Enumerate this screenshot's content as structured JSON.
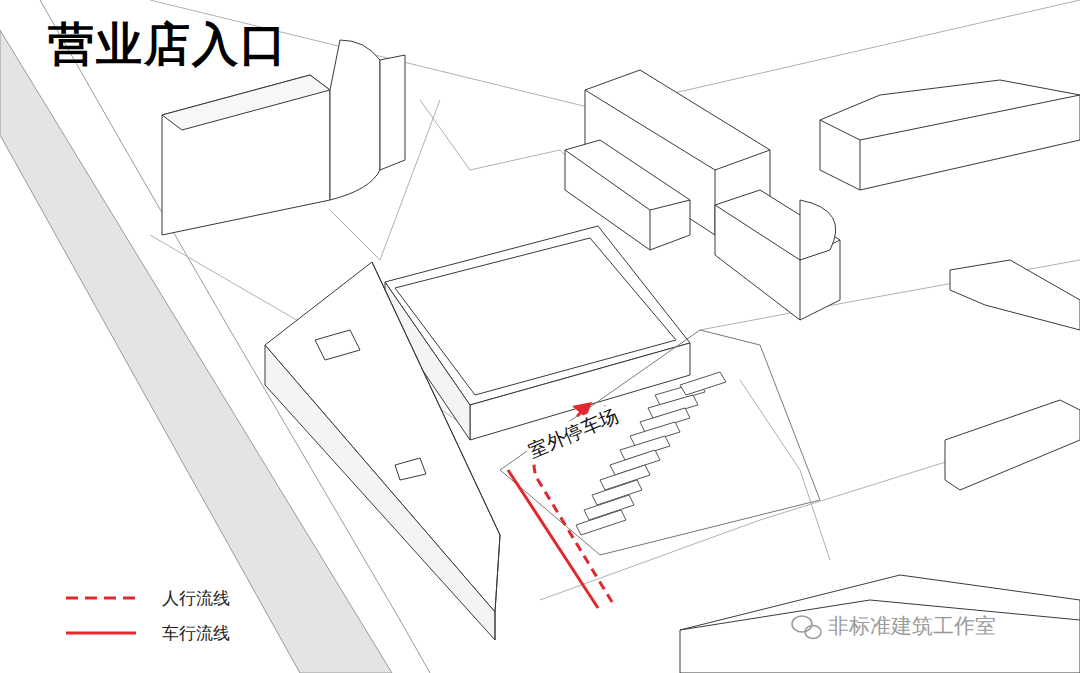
{
  "diagram": {
    "title": "营业店入口",
    "labels": [
      "室外停车场",
      "非标准建筑工作室"
    ],
    "legend": [
      {
        "text": "人行流线"
      },
      {
        "text": "车行流线"
      }
    ]
  }
}
